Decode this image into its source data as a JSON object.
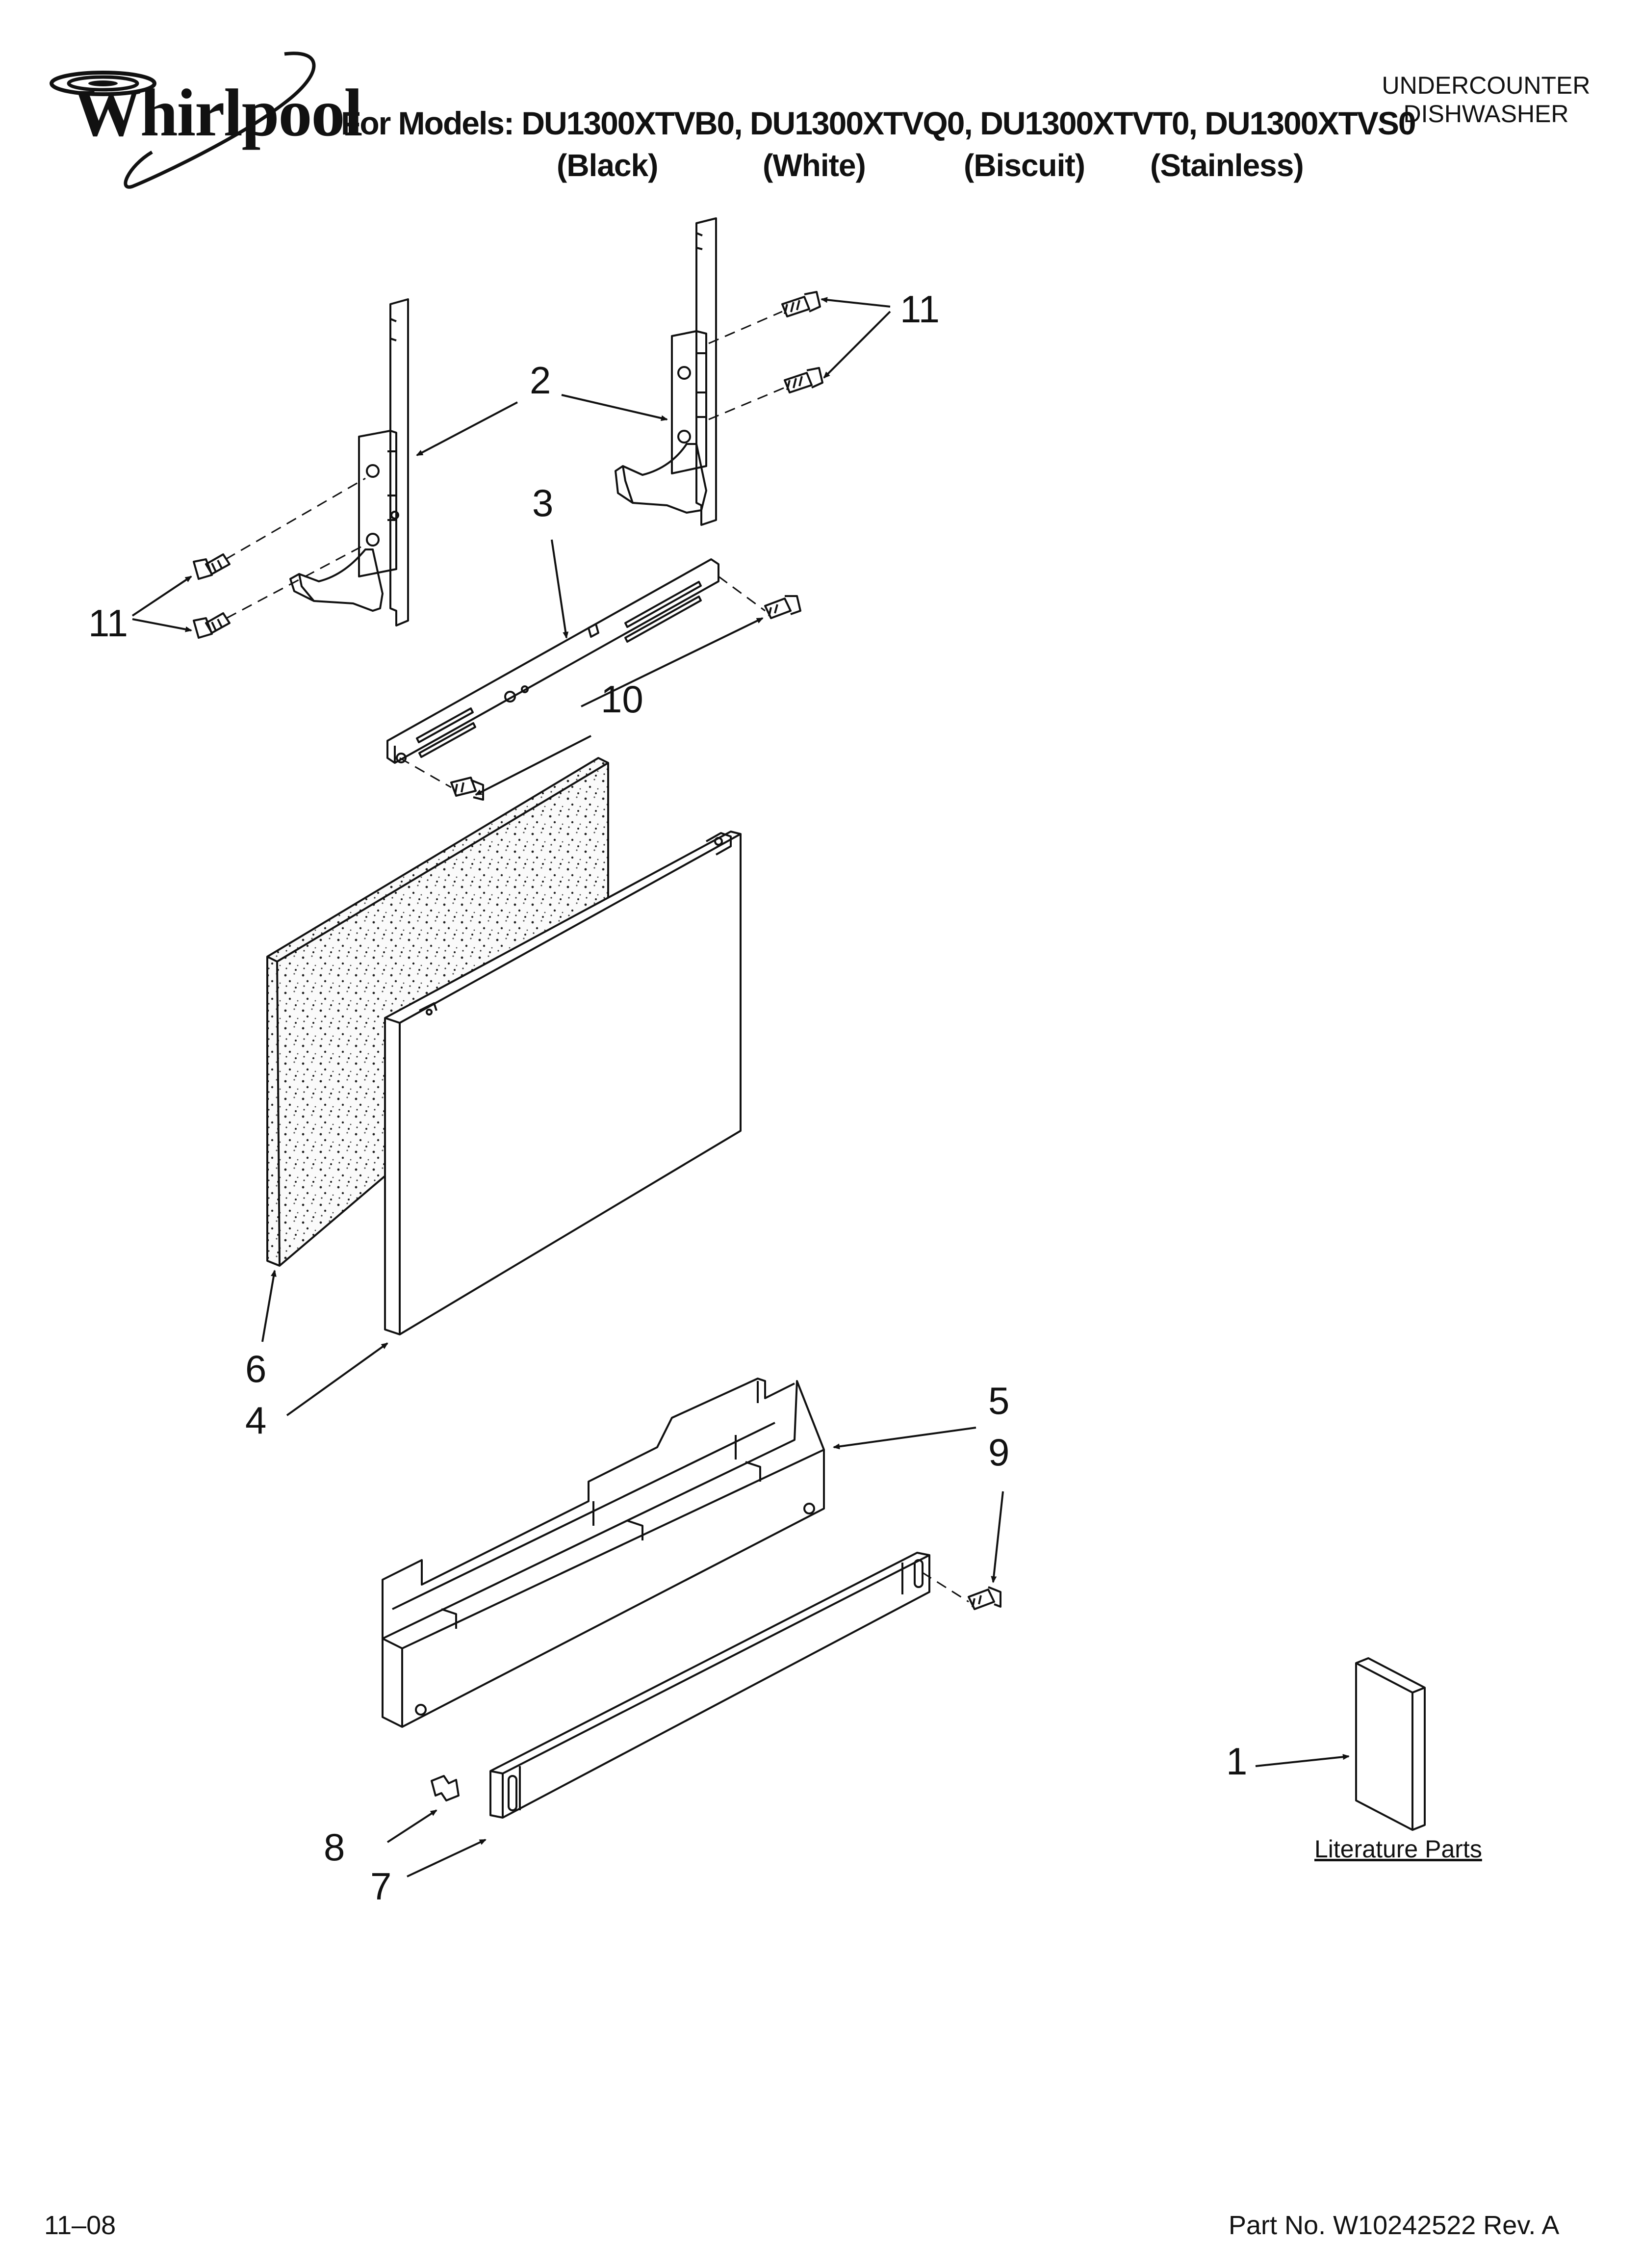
{
  "brand": {
    "name": "Whirlpool"
  },
  "header": {
    "models_label": "For Models: DU1300XTVB0, DU1300XTVQ0, DU1300XTVT0, DU1300XTVS0",
    "colors": [
      "(Black)",
      "(White)",
      "(Biscuit)",
      "(Stainless)"
    ],
    "product_line1": "UNDERCOUNTER",
    "product_line2": "DISHWASHER"
  },
  "callouts": {
    "c1": "1",
    "c2": "2",
    "c3": "3",
    "c4": "4",
    "c5": "5",
    "c6": "6",
    "c7": "7",
    "c8": "8",
    "c9": "9",
    "c10": "10",
    "c11_right": "11",
    "c11_left": "11"
  },
  "literature_label": "Literature Parts",
  "footer": {
    "date": "11–08",
    "part_no": "Part No. W10242522 Rev. A"
  }
}
